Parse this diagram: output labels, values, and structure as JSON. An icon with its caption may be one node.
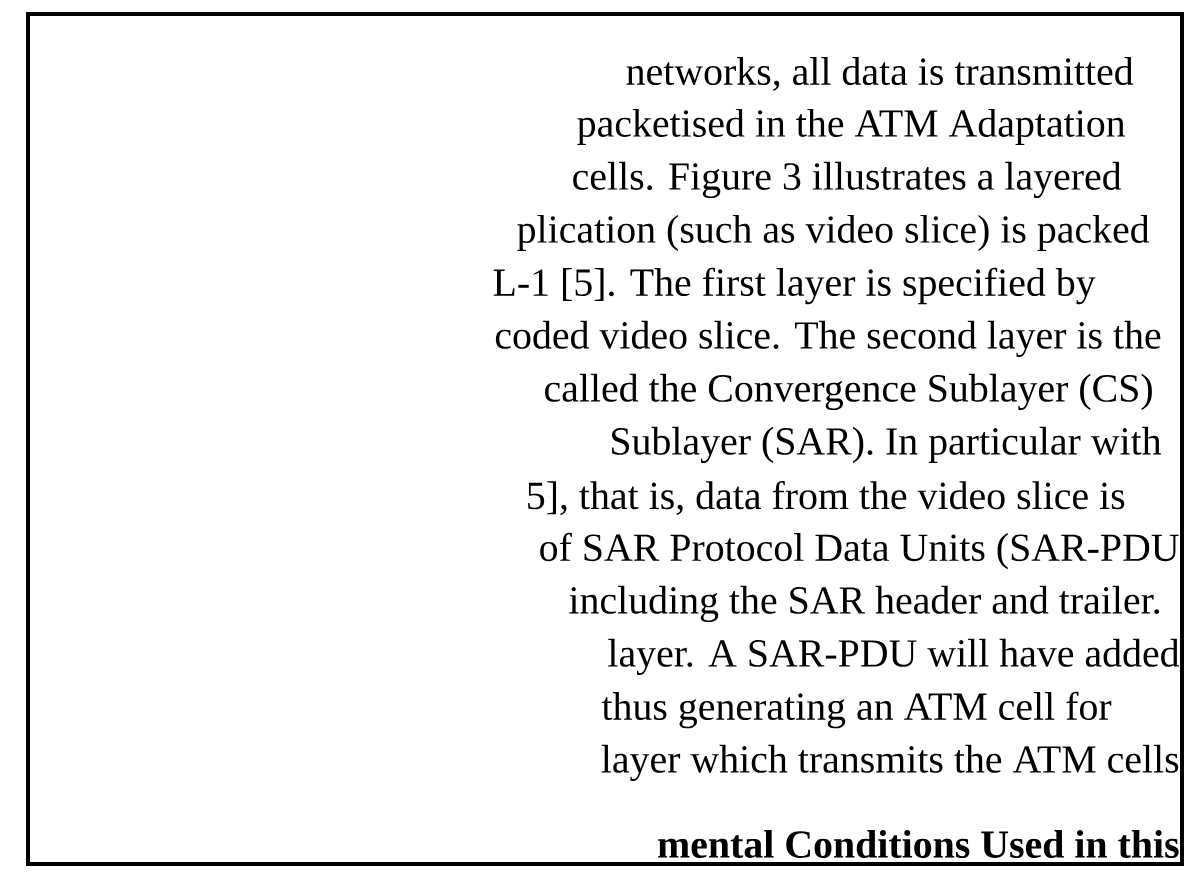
{
  "diagram": {
    "labels": [
      "networks, all data is transmitted",
      "packetised in the ATM Adaptation",
      "cells. Figure 3 illustrates a layered",
      "plication (such as video slice) is packed",
      "L-1 [5]. The first layer is specified by",
      "coded video slice. The second layer is the",
      "called the Convergence Sublayer (CS)",
      "Sublayer (SAR). In particular with",
      "5], that is, data from the video slice is",
      "of SAR Protocol Data Units (SAR-PDU",
      "including the SAR header and trailer.",
      "layer. A SAR-PDU will have added",
      "thus generating an ATM cell for",
      "layer which transmits the ATM cells",
      "**mental Conditions Used in this**"
    ]
  }
}
